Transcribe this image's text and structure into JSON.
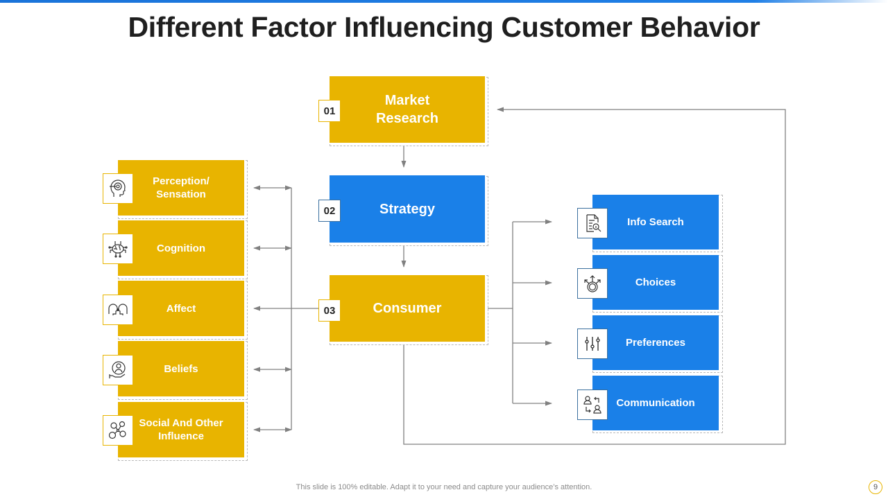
{
  "slide": {
    "title": "Different Factor Influencing Customer Behavior",
    "footer_text": "This slide is 100% editable. Adapt it to your need and capture your audience’s attention.",
    "page_number": "9"
  },
  "colors": {
    "yellow": "#e8b400",
    "blue": "#1a80e8",
    "connector": "#808080",
    "title": "#1f1f1f"
  },
  "center_flow": [
    {
      "number": "01",
      "label": "Market Research",
      "color": "yellow"
    },
    {
      "number": "02",
      "label": "Strategy",
      "color": "blue"
    },
    {
      "number": "03",
      "label": "Consumer",
      "color": "yellow"
    }
  ],
  "left_factors": [
    {
      "label": "Perception/ Sensation",
      "icon": "head-perception-icon"
    },
    {
      "label": "Cognition",
      "icon": "brain-circuit-icon"
    },
    {
      "label": "Affect",
      "icon": "face-to-face-icon"
    },
    {
      "label": "Beliefs",
      "icon": "hand-holding-person-icon"
    },
    {
      "label": "Social And Other Influence",
      "icon": "social-network-icon"
    }
  ],
  "right_outcomes": [
    {
      "label": "Info Search",
      "icon": "document-search-info-icon"
    },
    {
      "label": "Choices",
      "icon": "multiple-choice-arrows-icon"
    },
    {
      "label": "Preferences",
      "icon": "sliders-icon"
    },
    {
      "label": "Communication",
      "icon": "people-exchange-icon"
    }
  ]
}
